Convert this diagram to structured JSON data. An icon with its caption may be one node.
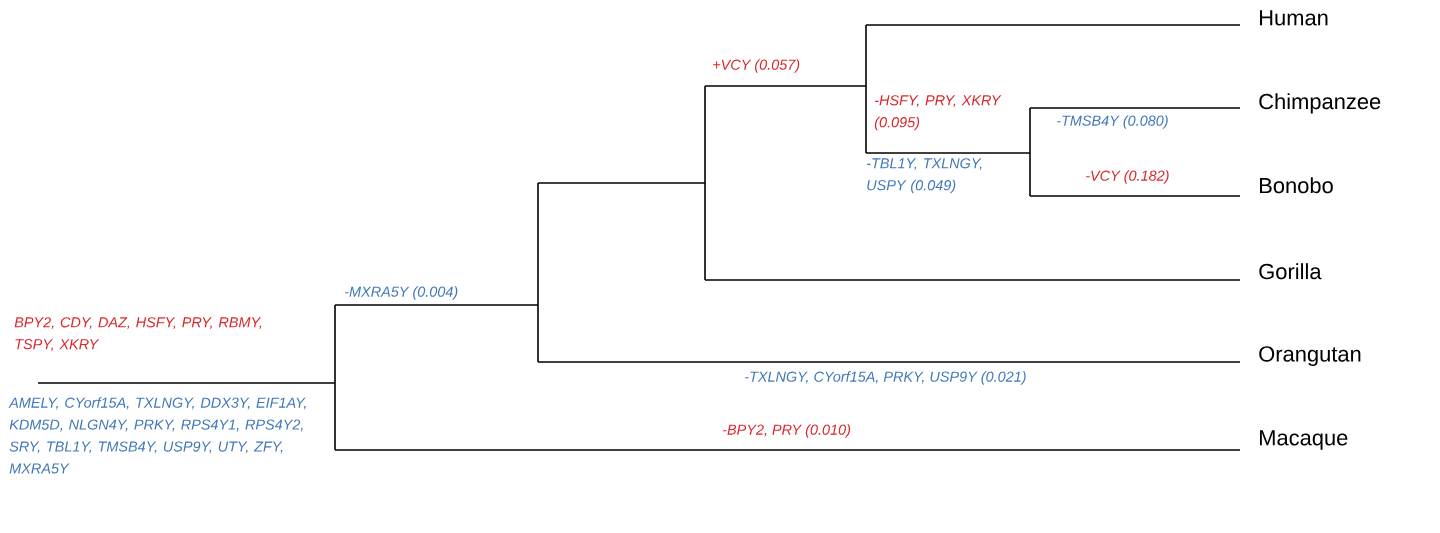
{
  "diagram": {
    "labels": [
      "Human",
      "+VCY (0.057)",
      "-HSFY, PRY, XKRY (0.095)",
      "-TMSB4Y (0.080)",
      "Chimpanzee",
      "-TBL1Y, TXLNGY, USPY (0.049)",
      "-VCY (0.182)",
      "Bonobo",
      "Gorilla",
      "-MXRA5Y (0.004)",
      "BPY2, CDY, DAZ, HSFY, PRY, RBMY, TSPY, XKRY",
      "Orangutan",
      "-TXLNGY, CYorf15A, PRKY, USP9Y (0.021)",
      "AMELY, CYorf15A, TXLNGY, DDX3Y, EIF1AY, KDM5D, NLGN4Y, PRKY, RPS4Y1, RPS4Y2, SRY, TBL1Y, TMSB4Y, USP9Y, UTY, ZFY, MXRA5Y",
      "-BPY2, PRY (0.010)",
      "Macaque"
    ]
  }
}
